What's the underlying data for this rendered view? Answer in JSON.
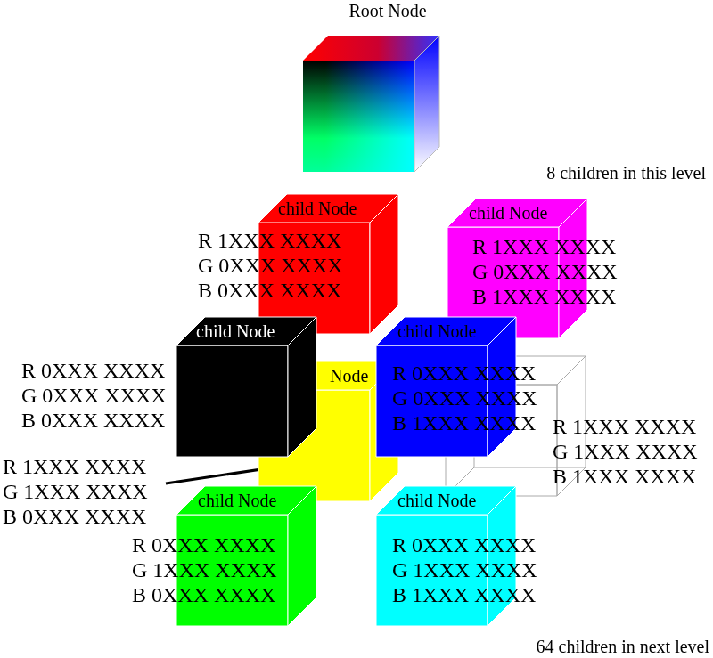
{
  "diagram": {
    "nodes": [
      {
        "text": [
          "Root Node"
        ]
      },
      {
        "text": [
          "child Node",
          "R 1XXX XXXX G 0XXX XXXX B 0XXX XXXX"
        ]
      },
      {
        "text": [
          "child Node",
          "R 1XXX XXXX G 0XXX XXXX B 1XXX XXXX"
        ]
      },
      {
        "text": [
          "Node",
          "R 1XXX XXXX G 1XXX XXXX B 0XXX XXXX"
        ]
      },
      {
        "text": [
          "R 1XXX XXXX G 1XXX XXXX B 1XXX XXXX"
        ]
      },
      {
        "text": [
          "child Node",
          "R 0XXX XXXX G 0XXX XXXX B 0XXX XXXX"
        ]
      },
      {
        "text": [
          "child Node",
          "R 0XXX XXXX G 0XXX XXXX B 1XXX XXXX"
        ]
      },
      {
        "text": [
          "child Node",
          "R 0XXX XXXX G 1XXX XXXX B 0XXX XXXX"
        ]
      },
      {
        "text": [
          "child Node",
          "R 0XXX XXXX G 1XXX XXXX B 1XXX XXXX"
        ]
      }
    ],
    "labels": [
      "8 children in this level",
      "64 children in next level"
    ]
  }
}
